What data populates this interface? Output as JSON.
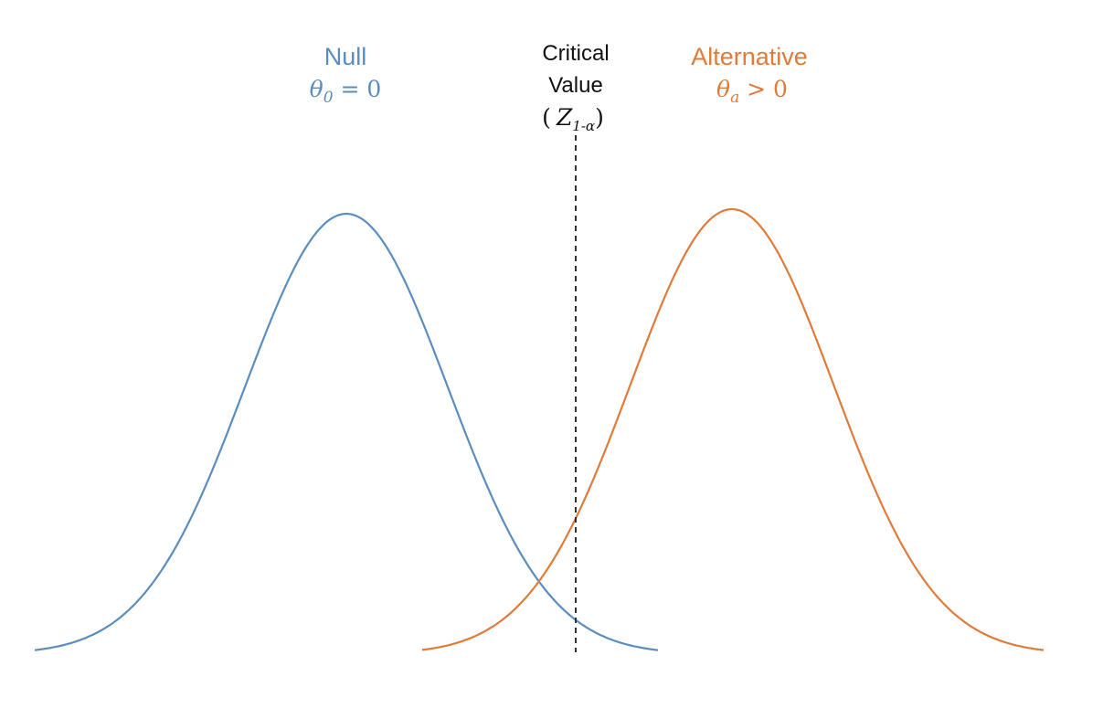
{
  "colors": {
    "null": "#5b8dbf",
    "alternative": "#e07b39",
    "critical": "#333333",
    "background": "#ffffff"
  },
  "null_label": {
    "title": "Null",
    "symbol": "θ",
    "subscript": "0",
    "relation": " = 0"
  },
  "alt_label": {
    "title": "Alternative",
    "symbol": "θ",
    "subscript": "a",
    "relation": " > 0"
  },
  "critical_label": {
    "line1": "Critical",
    "line2": "Value",
    "open_paren": "(",
    "symbol": "Z",
    "subscript": "1-α",
    "close_paren": ")"
  }
}
